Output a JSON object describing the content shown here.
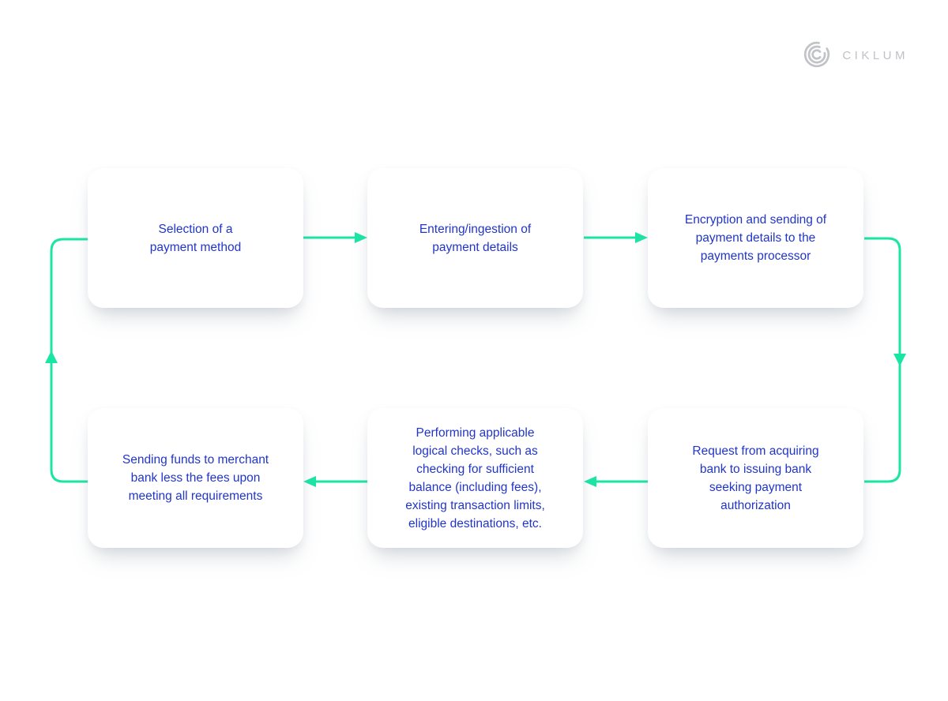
{
  "logo": {
    "brand": "CIKLUM",
    "icon": "ciklum-arcs-icon",
    "color": "#BFC2C6"
  },
  "colors": {
    "arrow": "#1AE6A4",
    "box_text": "#2135C8",
    "box_bg": "#FFFFFF",
    "page_bg": "#FFFFFF"
  },
  "diagram": {
    "type": "flowchart-cycle",
    "flow_order": "step1 > step2 > step3 > step4 > step5 > step6 > step1",
    "steps": [
      {
        "id": 1,
        "lines": [
          "Selection of a",
          "payment method"
        ]
      },
      {
        "id": 2,
        "lines": [
          "Entering/ingestion of",
          "payment details"
        ]
      },
      {
        "id": 3,
        "lines": [
          "Encryption and sending of",
          "payment details to the",
          "payments processor"
        ]
      },
      {
        "id": 4,
        "lines": [
          "Request from acquiring",
          "bank to issuing bank",
          "seeking payment",
          "authorization"
        ]
      },
      {
        "id": 5,
        "lines": [
          "Performing applicable",
          "logical checks, such as",
          "checking for sufficient",
          "balance (including fees),",
          "existing transaction limits,",
          "eligible destinations, etc."
        ]
      },
      {
        "id": 6,
        "lines": [
          "Sending funds to merchant",
          "bank less the fees upon",
          "meeting all requirements"
        ]
      }
    ]
  }
}
